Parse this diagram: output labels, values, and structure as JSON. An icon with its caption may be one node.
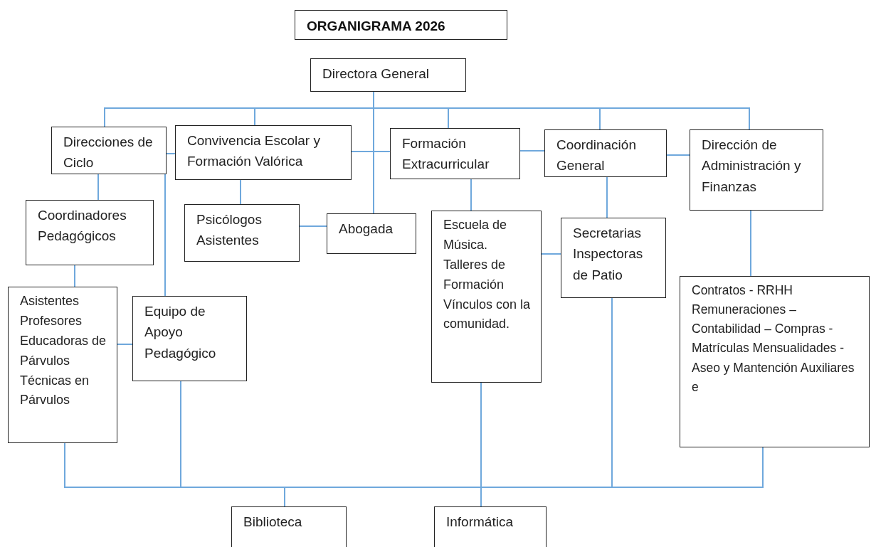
{
  "diagram": {
    "title": "ORGANIGRAMA 2026",
    "nodes": [
      {
        "text": [
          "Directora General"
        ]
      },
      {
        "text": [
          "Direcciones de Ciclo"
        ]
      },
      {
        "text": [
          "Convivencia Escolar y Formación Valórica"
        ]
      },
      {
        "text": [
          "Formación Extracurricular"
        ]
      },
      {
        "text": [
          "Coordinación General"
        ]
      },
      {
        "text": [
          "Dirección de Administración y Finanzas"
        ]
      },
      {
        "text": [
          "Coordinadores Pedagógicos"
        ]
      },
      {
        "text": [
          "Psicólogos Asistentes"
        ]
      },
      {
        "text": [
          "Abogada"
        ]
      },
      {
        "text": [
          "Escuela de Música. Talleres de Formación Vínculos con la comunidad."
        ]
      },
      {
        "text": [
          "Secretarias Inspectoras de Patio"
        ]
      },
      {
        "text": [
          "Asistentes Profesores Educadoras de Párvulos Técnicas en Párvulos"
        ]
      },
      {
        "text": [
          "Equipo de Apoyo Pedagógico"
        ]
      },
      {
        "text": [
          "Contratos - RRHH Remuneraciones – Contabilidad – Compras - Matrículas Mensualidades - Aseo y Mantención Auxiliares e"
        ]
      },
      {
        "text": [
          "Biblioteca"
        ]
      },
      {
        "text": [
          "Informática"
        ]
      }
    ],
    "edges": [
      {
        "from": 0,
        "to": 1,
        "arrow": "none"
      },
      {
        "from": 0,
        "to": 2,
        "arrow": "none"
      },
      {
        "from": 0,
        "to": 3,
        "arrow": "none"
      },
      {
        "from": 0,
        "to": 4,
        "arrow": "none"
      },
      {
        "from": 0,
        "to": 5,
        "arrow": "none"
      },
      {
        "from": 0,
        "to": 8,
        "arrow": "none"
      },
      {
        "from": 1,
        "to": 2,
        "arrow": "none"
      },
      {
        "from": 2,
        "to": 3,
        "arrow": "none"
      },
      {
        "from": 3,
        "to": 4,
        "arrow": "none"
      },
      {
        "from": 4,
        "to": 5,
        "arrow": "none"
      },
      {
        "from": 1,
        "to": 6,
        "arrow": "none"
      },
      {
        "from": 2,
        "to": 7,
        "arrow": "none"
      },
      {
        "from": 7,
        "to": 8,
        "arrow": "none"
      },
      {
        "from": 1,
        "to": 12,
        "arrow": "none"
      },
      {
        "from": 6,
        "to": 11,
        "arrow": "none"
      },
      {
        "from": 11,
        "to": 12,
        "arrow": "none"
      },
      {
        "from": 3,
        "to": 9,
        "arrow": "none"
      },
      {
        "from": 4,
        "to": 10,
        "arrow": "none"
      },
      {
        "from": 9,
        "to": 10,
        "arrow": "none"
      },
      {
        "from": 5,
        "to": 13,
        "arrow": "none"
      },
      {
        "from": 11,
        "to": 14,
        "arrow": "none"
      },
      {
        "from": 11,
        "to": 15,
        "arrow": "none"
      },
      {
        "from": 12,
        "to": 14,
        "arrow": "none"
      },
      {
        "from": 12,
        "to": 15,
        "arrow": "none"
      },
      {
        "from": 9,
        "to": 14,
        "arrow": "none"
      },
      {
        "from": 9,
        "to": 15,
        "arrow": "none"
      },
      {
        "from": 10,
        "to": 14,
        "arrow": "none"
      },
      {
        "from": 10,
        "to": 15,
        "arrow": "none"
      },
      {
        "from": 13,
        "to": 14,
        "arrow": "none"
      },
      {
        "from": 13,
        "to": 15,
        "arrow": "none"
      }
    ]
  }
}
